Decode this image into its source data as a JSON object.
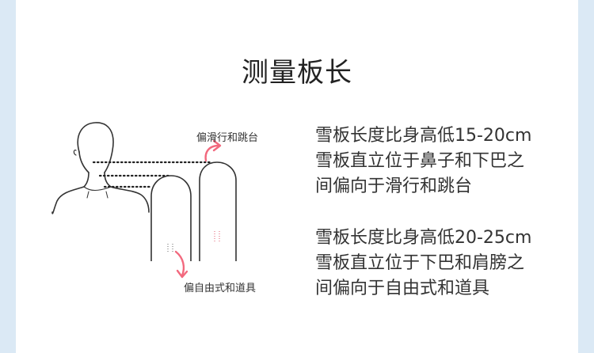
{
  "page": {
    "title": "测量板长"
  },
  "illustration": {
    "callout_top": "偏滑行和跳台",
    "callout_bottom": "偏自由式和道具",
    "arrow_color": "#f2697e"
  },
  "descriptions": [
    {
      "lines": [
        "雪板长度比身高低15-20cm",
        "雪板直立位于鼻子和下巴之",
        "间偏向于滑行和跳台"
      ]
    },
    {
      "lines": [
        "雪板长度比身高低20-25cm",
        "雪板直立位于下巴和肩膀之",
        "间偏向于自由式和道具"
      ]
    }
  ]
}
